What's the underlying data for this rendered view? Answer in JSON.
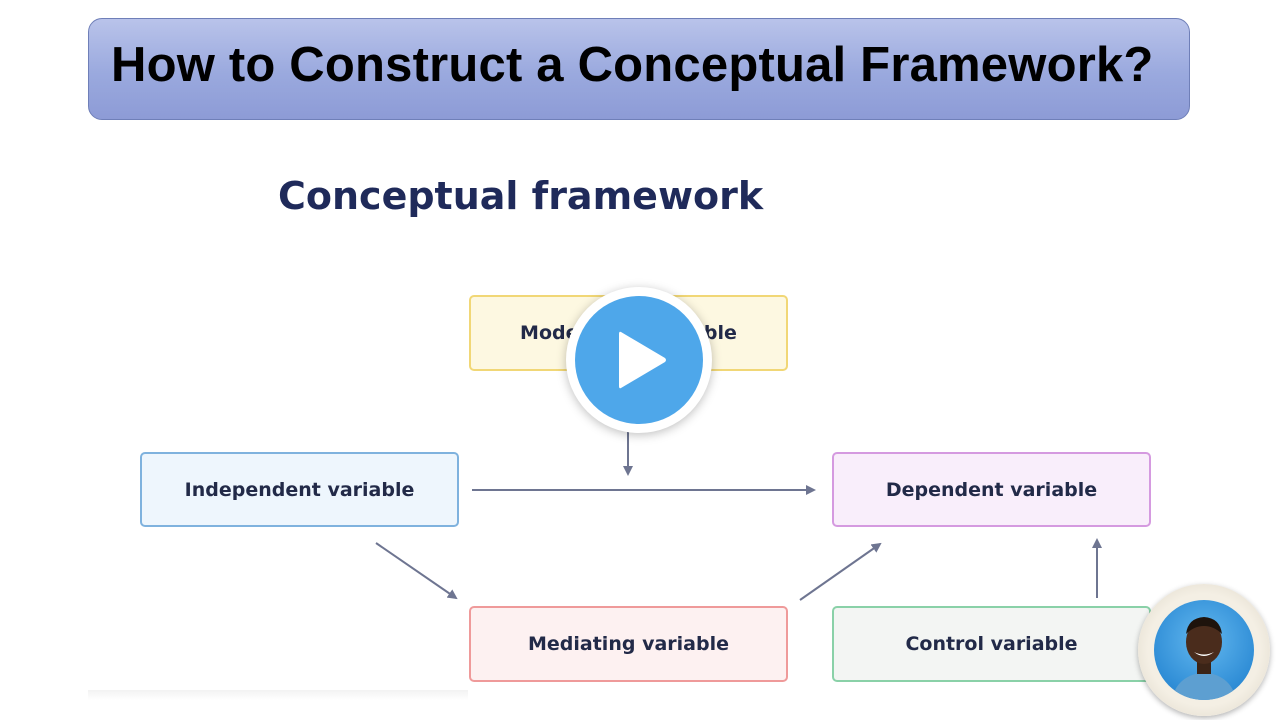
{
  "header": {
    "title": "How to Construct a Conceptual Framework?"
  },
  "diagram": {
    "heading": "Conceptual framework",
    "nodes": {
      "moderating": "Moderating variable",
      "independent": "Independent variable",
      "dependent": "Dependent variable",
      "mediating": "Mediating variable",
      "control": "Control variable"
    },
    "colors": {
      "heading": "#1f2a5a",
      "arrow": "#6e7591",
      "moderating_border": "#f1d776",
      "independent_border": "#7fb2de",
      "dependent_border": "#d59ae0",
      "mediating_border": "#ef9a9a",
      "control_border": "#8ad1a8"
    }
  },
  "overlay": {
    "play_icon": "play-icon",
    "play_color": "#4ea7ea",
    "avatar_icon": "presenter-avatar"
  }
}
